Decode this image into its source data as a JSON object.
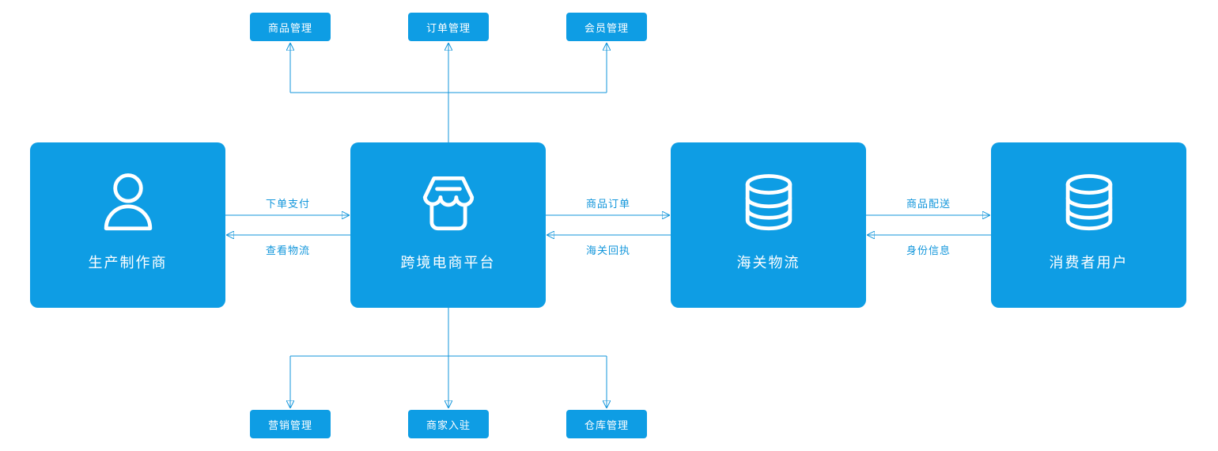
{
  "colors": {
    "node_fill": "#0E9DE4",
    "line": "#1296DB",
    "node_text": "#FFFFFF",
    "background": "#FFFFFF"
  },
  "nodes": {
    "main": [
      {
        "label": "生产制作商",
        "icon": "user-icon"
      },
      {
        "label": "跨境电商平台",
        "icon": "storefront-icon"
      },
      {
        "label": "海关物流",
        "icon": "database-icon"
      },
      {
        "label": "消费者用户",
        "icon": "database-icon"
      }
    ],
    "top": [
      {
        "label": "商品管理"
      },
      {
        "label": "订单管理"
      },
      {
        "label": "会员管理"
      }
    ],
    "bottom": [
      {
        "label": "营销管理"
      },
      {
        "label": "商家入驻"
      },
      {
        "label": "仓库管理"
      }
    ]
  },
  "edges": {
    "flows": [
      {
        "label": "下单支付",
        "from": "生产制作商",
        "to": "跨境电商平台",
        "direction": "right"
      },
      {
        "label": "查看物流",
        "from": "跨境电商平台",
        "to": "生产制作商",
        "direction": "left"
      },
      {
        "label": "商品订单",
        "from": "跨境电商平台",
        "to": "海关物流",
        "direction": "right"
      },
      {
        "label": "海关回执",
        "from": "海关物流",
        "to": "跨境电商平台",
        "direction": "left"
      },
      {
        "label": "商品配送",
        "from": "海关物流",
        "to": "消费者用户",
        "direction": "right"
      },
      {
        "label": "身份信息",
        "from": "消费者用户",
        "to": "海关物流",
        "direction": "left"
      }
    ],
    "platform_to_top": [
      "商品管理",
      "订单管理",
      "会员管理"
    ],
    "platform_to_bottom": [
      "营销管理",
      "商家入驻",
      "仓库管理"
    ]
  }
}
